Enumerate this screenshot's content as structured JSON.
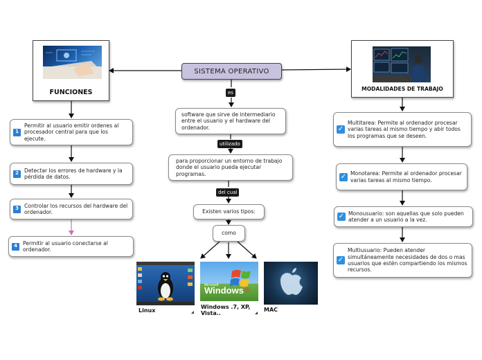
{
  "root": {
    "label": "SISTEMA OPERATIVO"
  },
  "funciones": {
    "title": "FUNCIONES",
    "items": [
      {
        "num": "1",
        "text": "Permitir al usuario emitir ordenes al procesador central para que los ejecute."
      },
      {
        "num": "2",
        "text": "Detectar los errores de hardware y la pérdida de datos."
      },
      {
        "num": "3",
        "text": "Controlar los recursos del hardware del ordenador."
      },
      {
        "num": "4",
        "text": "Permitir al usuario conectarse al ordenador."
      }
    ]
  },
  "center": {
    "link_es": "es",
    "definition": "software que sirve de intermediario entre el usuario y el hardware del ordenador.",
    "link_utilizado": "utilizado",
    "purpose": "para proporcionar un entorno de trabajo donde el usuario pueda ejecutar programas.",
    "link_del_cual": "del cual",
    "types": "Existen varios tipos:",
    "como": "como",
    "os": [
      {
        "caption": "Linux"
      },
      {
        "caption": "Windows .7, XP, Vista.."
      },
      {
        "caption": "MAC"
      }
    ],
    "windows_logo_small": "Microsoft",
    "windows_logo": "Windows",
    "windows_logo_xp": "xp"
  },
  "modalidades": {
    "title": "MODALIDADES DE TRABAJO",
    "items": [
      {
        "text": "Multitarea: Permite al ordenador procesar varias tareas al mismo tiempo y abir todos los programas que se deseen."
      },
      {
        "text": "Monotarea: Permite al ordenador procesar varias tareas al mismo tiempo."
      },
      {
        "text": "Monousuario: son aquellas que solo pueden atender a un usuario a la vez."
      },
      {
        "text": "Multiusuario: Pueden atender simultáneamente necesidades de dos o mas usuarios que estén compartiendo los mismos recursos."
      }
    ]
  },
  "colors": {
    "root_fill": "#c8c2df",
    "badge_blue": "#2b7fd6",
    "pink_arrow": "#d070b0"
  }
}
